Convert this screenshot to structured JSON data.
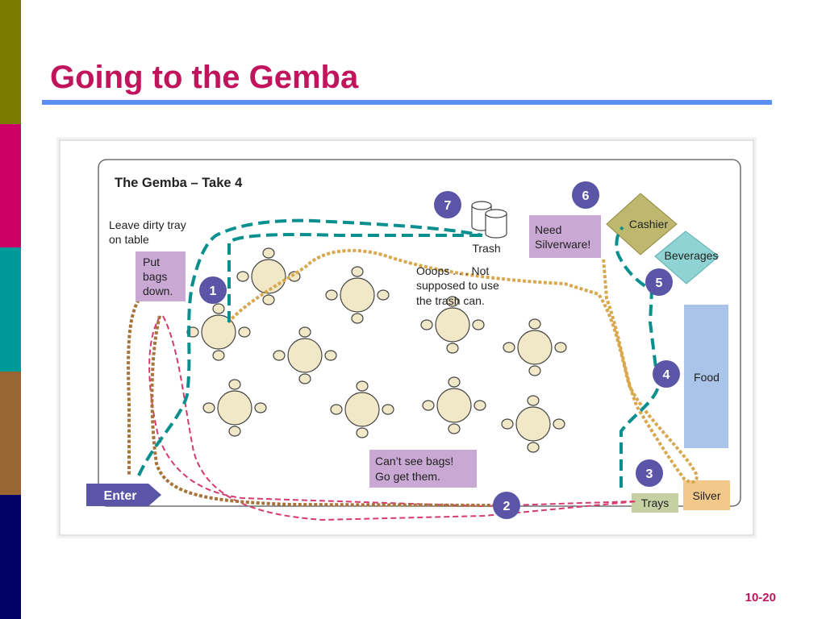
{
  "slide": {
    "title": "Going to the Gemba",
    "number": "10-20"
  },
  "colors": {
    "sidebar": [
      "#7b7b00",
      "#cc0066",
      "#009999",
      "#996633",
      "#000066"
    ],
    "title": "#c0145c",
    "rule": "#5b8ff0",
    "teal_path": "#0a8f8f",
    "gold_path": "#d9a84e",
    "brown_path": "#a7743a",
    "pink_path": "#d63a6e",
    "label_box": "#c9a8d4",
    "badge": "#5a55a6"
  },
  "diagram": {
    "heading": "The Gemba – Take 4",
    "notes": {
      "leave_tray": [
        "Leave dirty tray",
        "on table"
      ],
      "put_bags": [
        "Put",
        "bags",
        "down."
      ],
      "need_silverware": [
        "Need",
        "Silverware!"
      ],
      "ooops": [
        "Ooops . . . Not",
        "supposed to use",
        "the trash can."
      ],
      "cant_see": [
        "Can’t see bags!",
        "Go get them."
      ]
    },
    "stations": {
      "trash": "Trash",
      "cashier": "Cashier",
      "beverages": "Beverages",
      "food": "Food",
      "trays": "Trays",
      "silver": "Silver",
      "enter": "Enter"
    },
    "steps": [
      "1",
      "2",
      "3",
      "4",
      "5",
      "6",
      "7"
    ]
  }
}
